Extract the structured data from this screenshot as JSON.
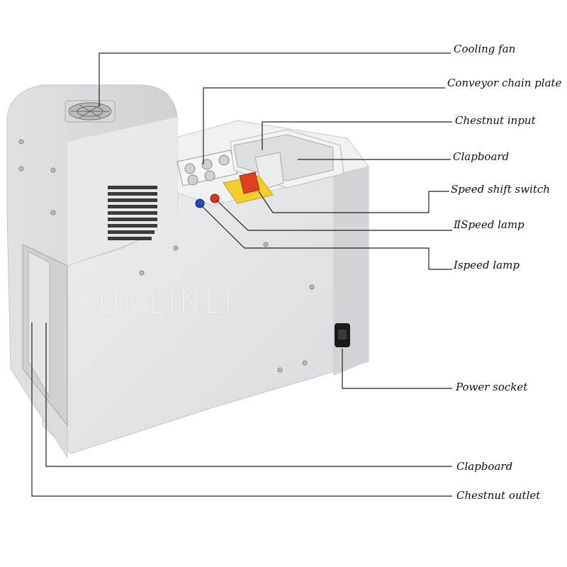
{
  "watermark": "YUNLINLI",
  "labels": {
    "cooling_fan": "Cooling fan",
    "conveyor_chain_plate": "Conveyor chain plate",
    "chestnut_input": "Chestnut input",
    "clapboard_top": "Clapboard",
    "speed_shift_switch": "Speed shift switch",
    "speed_lamp_2": "ⅡSpeed lamp",
    "speed_lamp_1": "Ⅰspeed lamp",
    "power_socket": "Power socket",
    "clapboard_bottom": "Clapboard",
    "chestnut_outlet": "Chestnut outlet"
  },
  "colors": {
    "machine_body": "#e4e5e7",
    "machine_shadow": "#c9cbce",
    "switch_red": "#e0401f",
    "switch_yellow": "#f2cf2a",
    "lamp_red": "#d9381e",
    "lamp_blue": "#1d4fc4",
    "leader_line": "#222222"
  }
}
